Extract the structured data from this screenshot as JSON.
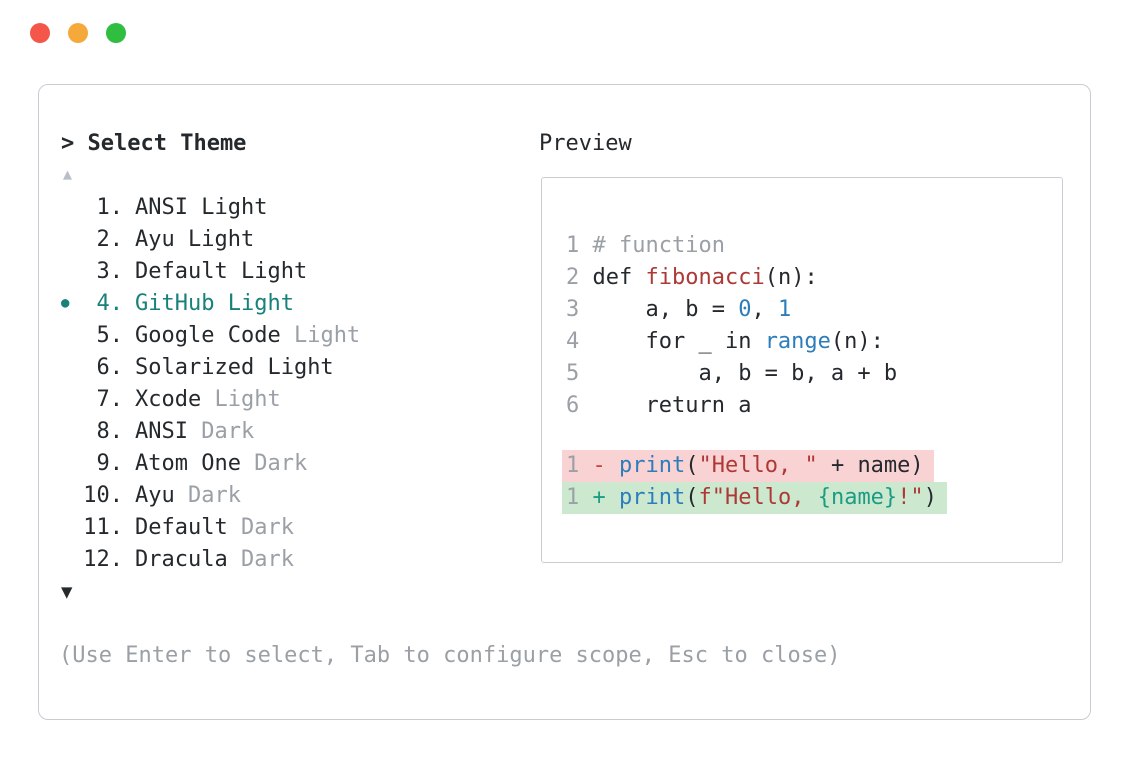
{
  "colors": {
    "accent_teal": "#17817a",
    "text": "#24292e",
    "muted": "#9aa0a6",
    "muted_light": "#b9bfc6",
    "panel_border": "#c9cdd2",
    "box_border": "#c9cdd2",
    "code_plain": "#24292e",
    "code_comment": "#9aa0a6",
    "code_red": "#ad3936",
    "code_blue": "#2d7dbb",
    "code_interp": "#1b9c83",
    "diff_removed_bg": "#f9d2d4",
    "diff_added_bg": "#cce9d0",
    "diff_minus": "#cf4339",
    "diff_plus": "#1b9c83",
    "traffic_red": "#f5564a",
    "traffic_yellow": "#f5a93b",
    "traffic_green": "#2fbe3f"
  },
  "picker": {
    "prompt": "> Select Theme",
    "scroll_up": "▲",
    "scroll_down": "▼",
    "items": [
      {
        "number": "1.",
        "name": "ANSI",
        "variant": "Light",
        "variant_muted": false,
        "selected": false
      },
      {
        "number": "2.",
        "name": "Ayu",
        "variant": "Light",
        "variant_muted": false,
        "selected": false
      },
      {
        "number": "3.",
        "name": "Default",
        "variant": "Light",
        "variant_muted": false,
        "selected": false
      },
      {
        "number": "4.",
        "name": "GitHub",
        "variant": "Light",
        "variant_muted": false,
        "selected": true
      },
      {
        "number": "5.",
        "name": "Google Code",
        "variant": "Light",
        "variant_muted": true,
        "selected": false
      },
      {
        "number": "6.",
        "name": "Solarized",
        "variant": "Light",
        "variant_muted": false,
        "selected": false
      },
      {
        "number": "7.",
        "name": "Xcode",
        "variant": "Light",
        "variant_muted": true,
        "selected": false
      },
      {
        "number": "8.",
        "name": "ANSI",
        "variant": "Dark",
        "variant_muted": true,
        "selected": false
      },
      {
        "number": "9.",
        "name": "Atom One",
        "variant": "Dark",
        "variant_muted": true,
        "selected": false
      },
      {
        "number": "10.",
        "name": "Ayu",
        "variant": "Dark",
        "variant_muted": true,
        "selected": false
      },
      {
        "number": "11.",
        "name": "Default",
        "variant": "Dark",
        "variant_muted": true,
        "selected": false
      },
      {
        "number": "12.",
        "name": "Dracula",
        "variant": "Dark",
        "variant_muted": true,
        "selected": false
      }
    ],
    "hint": "(Use Enter to select, Tab to configure scope, Esc to close)"
  },
  "preview": {
    "label": "Preview",
    "code_lines": [
      {
        "num": "1",
        "tokens": [
          {
            "t": "# function",
            "c": "comment"
          }
        ]
      },
      {
        "num": "2",
        "tokens": [
          {
            "t": "def ",
            "c": "plain"
          },
          {
            "t": "fibonacci",
            "c": "red"
          },
          {
            "t": "(n):",
            "c": "plain"
          }
        ]
      },
      {
        "num": "3",
        "tokens": [
          {
            "t": "    a, b = ",
            "c": "plain"
          },
          {
            "t": "0",
            "c": "blue"
          },
          {
            "t": ", ",
            "c": "plain"
          },
          {
            "t": "1",
            "c": "blue"
          }
        ]
      },
      {
        "num": "4",
        "tokens": [
          {
            "t": "    for _ in ",
            "c": "plain"
          },
          {
            "t": "range",
            "c": "blue"
          },
          {
            "t": "(n):",
            "c": "plain"
          }
        ]
      },
      {
        "num": "5",
        "tokens": [
          {
            "t": "        a, b = b, a + b",
            "c": "plain"
          }
        ]
      },
      {
        "num": "6",
        "tokens": [
          {
            "t": "    return a",
            "c": "plain"
          }
        ]
      }
    ],
    "diff_lines": [
      {
        "num": "1",
        "sign": "-",
        "kind": "removed",
        "tokens": [
          {
            "t": "print",
            "c": "blue"
          },
          {
            "t": "(",
            "c": "plain"
          },
          {
            "t": "\"Hello, \"",
            "c": "red"
          },
          {
            "t": " + name",
            "c": "plain"
          },
          {
            "t": ")",
            "c": "plain"
          }
        ]
      },
      {
        "num": "1",
        "sign": "+",
        "kind": "added",
        "tokens": [
          {
            "t": "print",
            "c": "blue"
          },
          {
            "t": "(",
            "c": "plain"
          },
          {
            "t": "f\"Hello, ",
            "c": "red"
          },
          {
            "t": "{name}",
            "c": "interp"
          },
          {
            "t": "!\"",
            "c": "red"
          },
          {
            "t": ")",
            "c": "plain"
          }
        ]
      }
    ]
  }
}
